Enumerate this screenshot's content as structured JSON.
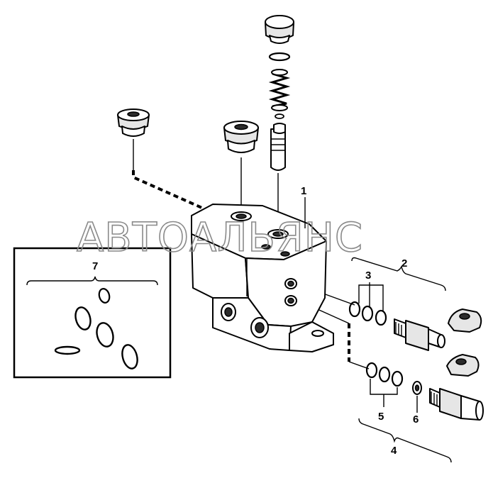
{
  "diagram": {
    "watermark": "АВТОАЛЬЯНС",
    "callouts": {
      "c1": "1",
      "c2": "2",
      "c3": "3",
      "c4": "4",
      "c5": "5",
      "c6": "6",
      "c7": "7"
    }
  }
}
